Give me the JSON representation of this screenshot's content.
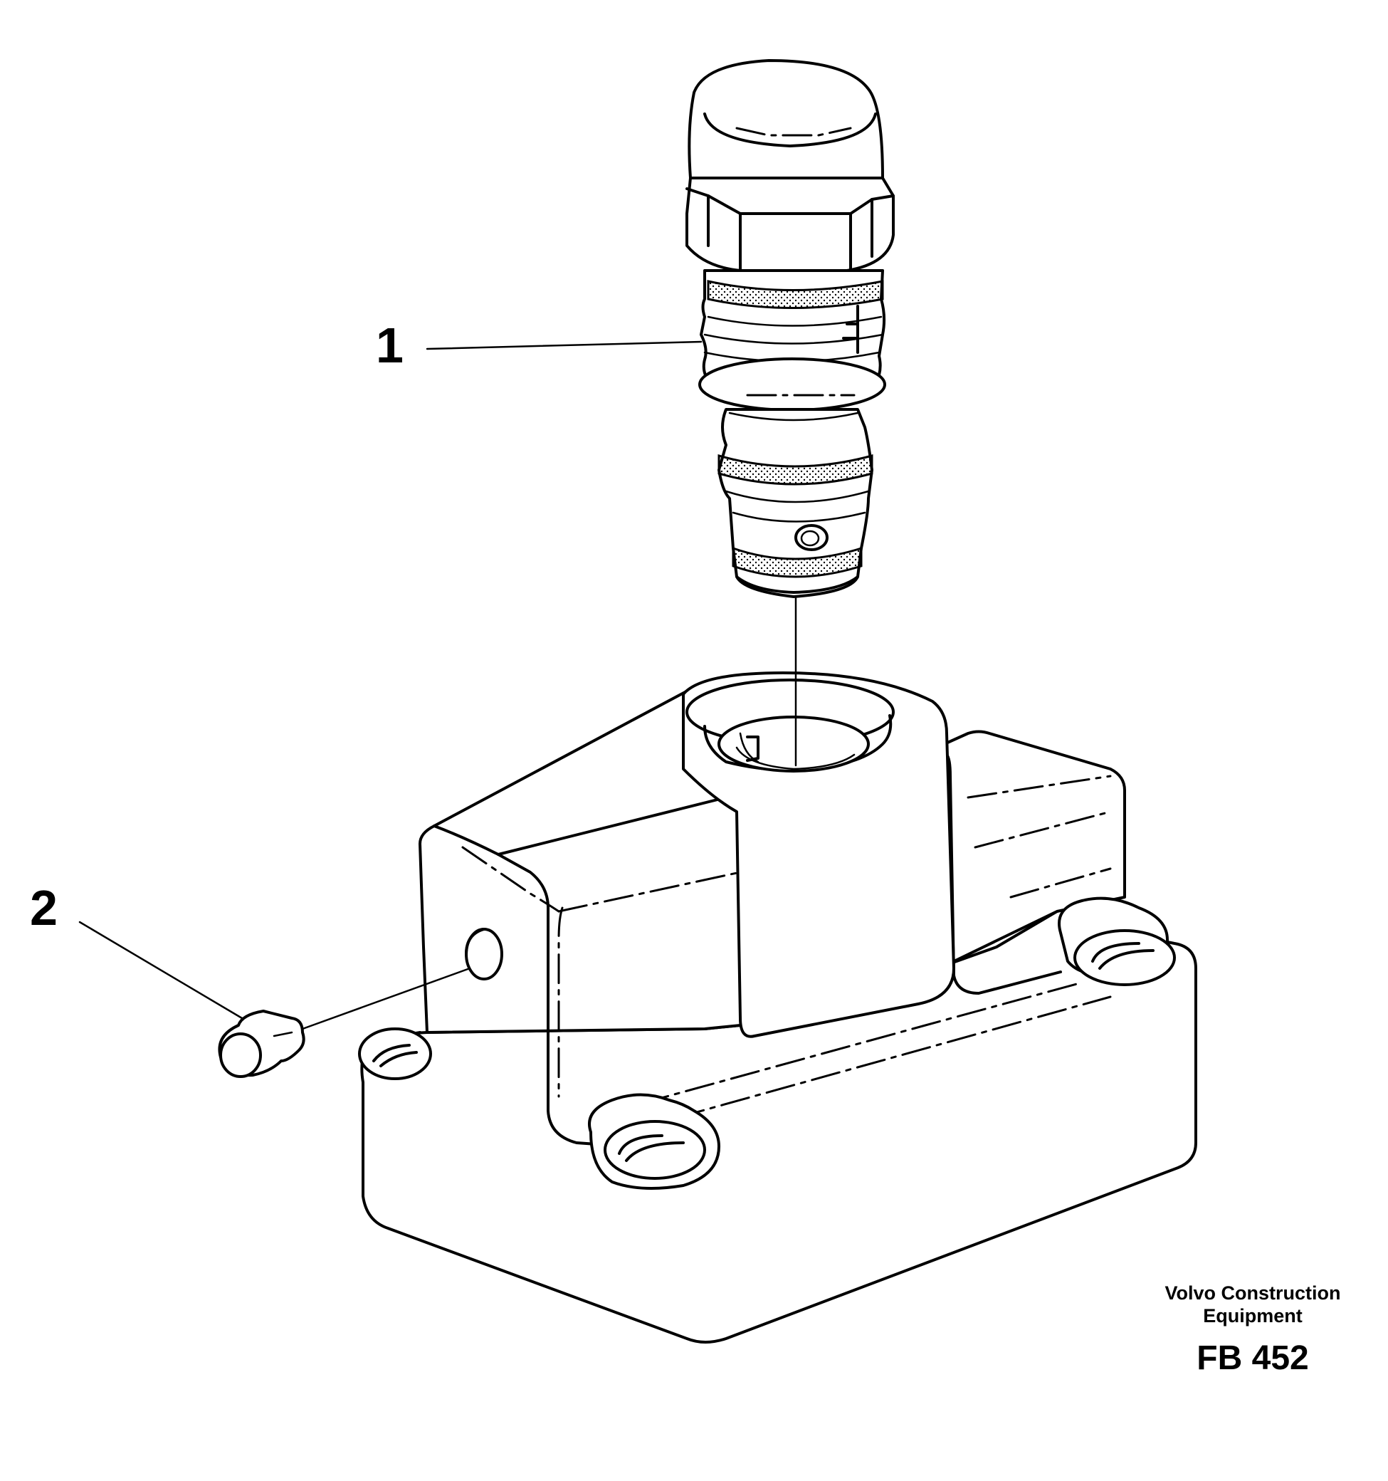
{
  "callouts": {
    "part_1": "1",
    "part_2": "2"
  },
  "footer": {
    "brand_line1": "Volvo Construction",
    "brand_line2": "Equipment",
    "figure_code": "FB 452"
  },
  "colors": {
    "line": "#000000",
    "background": "#ffffff"
  }
}
